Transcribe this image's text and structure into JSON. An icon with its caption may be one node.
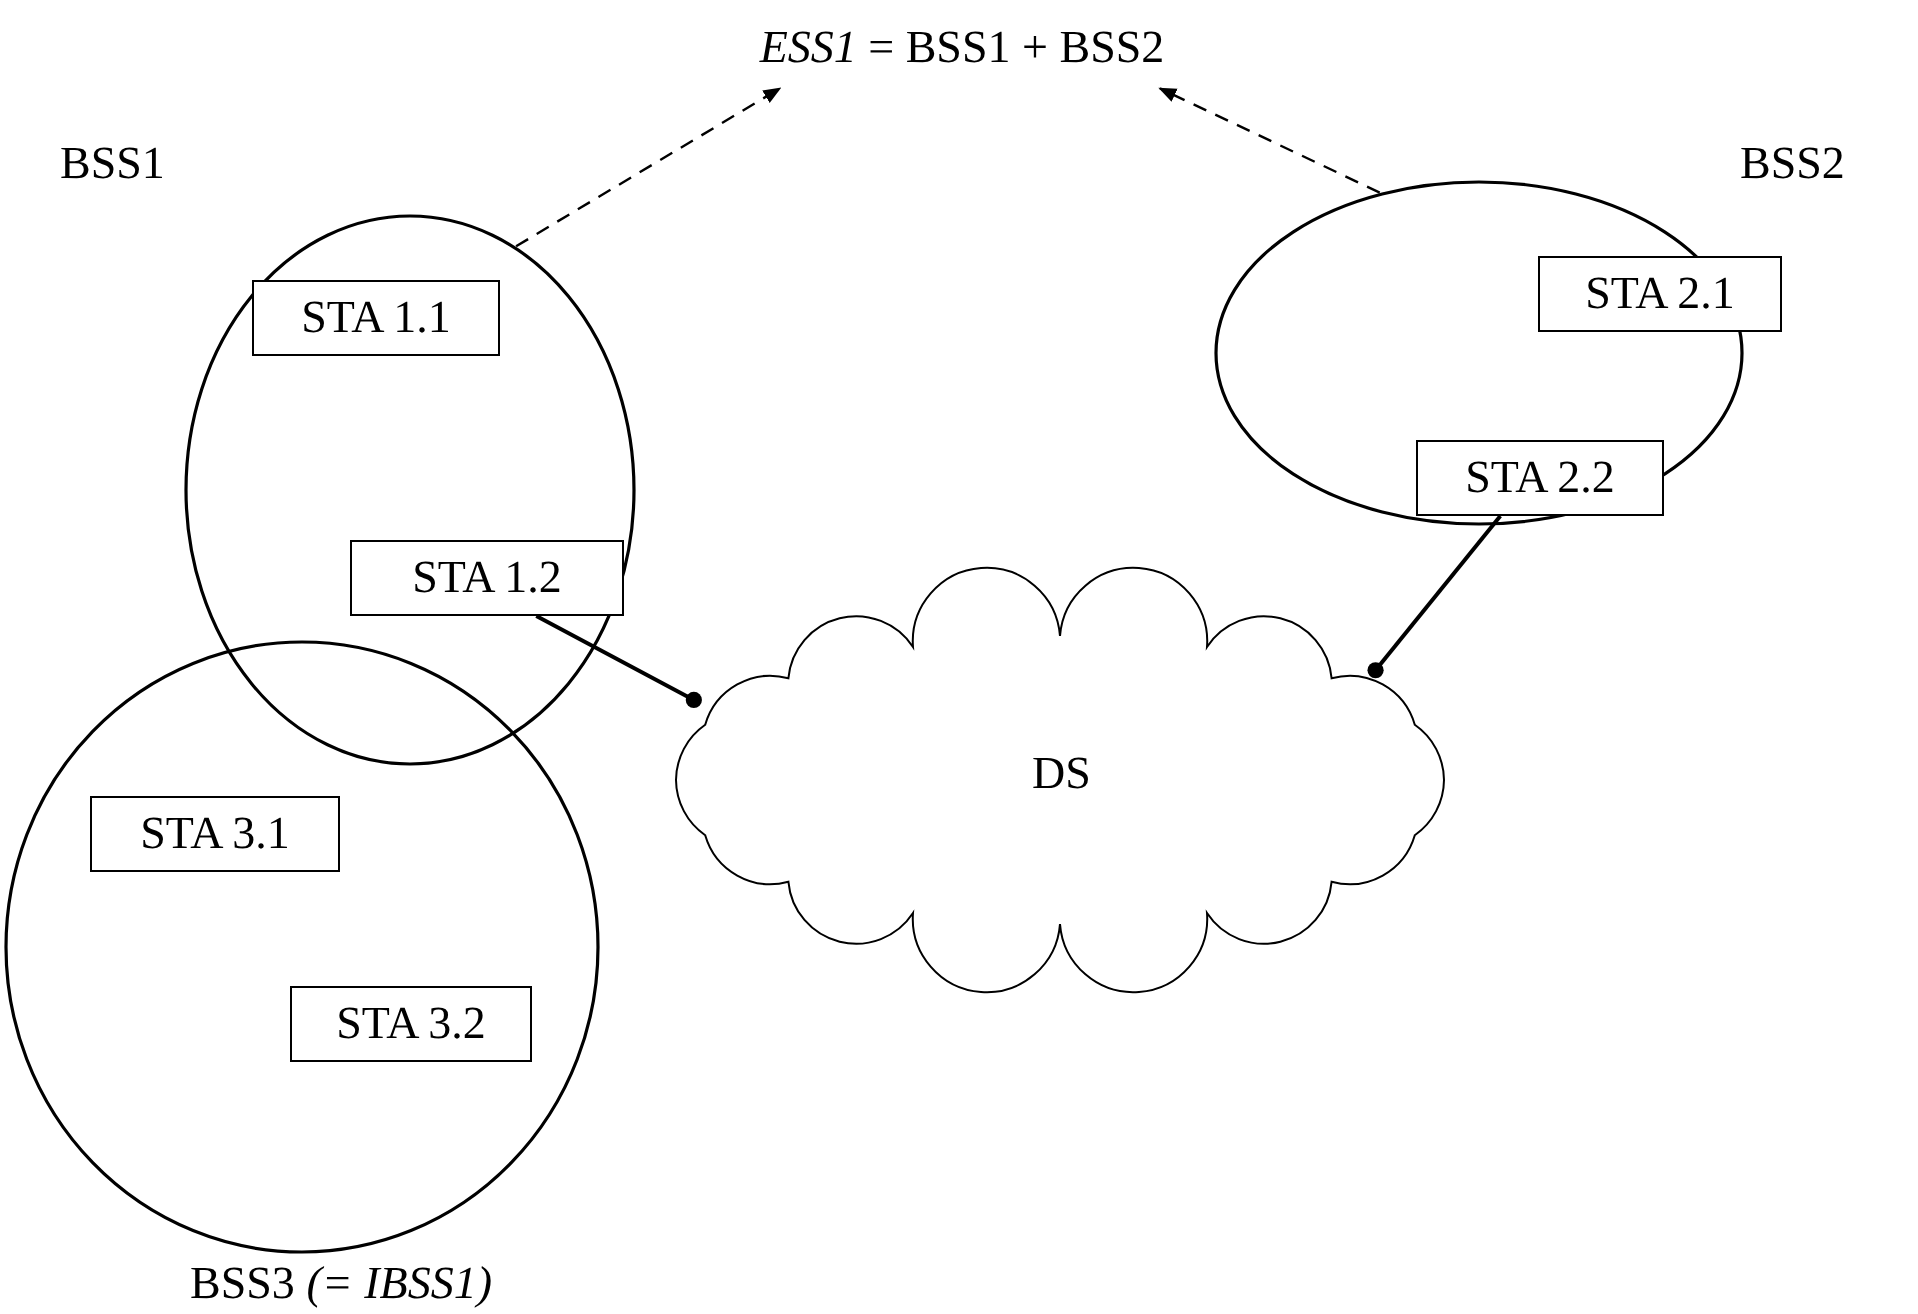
{
  "diagram": {
    "nodes": [
      {
        "text": [
          "*ESS1* = BSS1 + BSS2"
        ]
      },
      {
        "text": [
          "BSS1"
        ]
      },
      {
        "text": [
          "STA 1.1"
        ],
        "in": 1
      },
      {
        "text": [
          "STA 1.2"
        ],
        "in": 1
      },
      {
        "text": [
          "BSS2"
        ]
      },
      {
        "text": [
          "STA 2.1"
        ],
        "in": 4
      },
      {
        "text": [
          "STA 2.2"
        ],
        "in": 4
      },
      {
        "text": [
          "DS"
        ]
      },
      {
        "text": [
          "BSS3 *(= IBSS1)*"
        ]
      },
      {
        "text": [
          "STA 3.1"
        ],
        "in": 8
      },
      {
        "text": [
          "STA 3.2"
        ],
        "in": 8
      }
    ],
    "edges": [
      {
        "from": 1,
        "to": 0,
        "arrow": "to",
        "style": "dashed"
      },
      {
        "from": 4,
        "to": 0,
        "arrow": "to",
        "style": "dashed"
      },
      {
        "from": 3,
        "to": 7,
        "arrow": "other"
      },
      {
        "from": 6,
        "to": 7,
        "arrow": "other"
      }
    ]
  }
}
